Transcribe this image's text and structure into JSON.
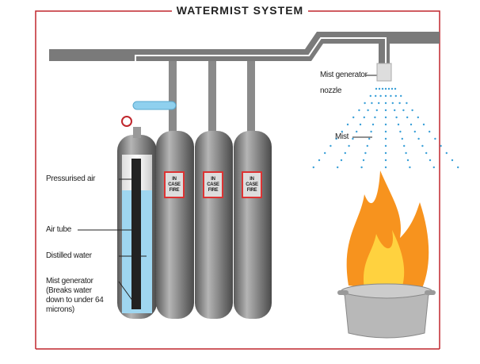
{
  "title": "WATERMIST SYSTEM",
  "labels": {
    "pressurised_air": "Pressurised air",
    "air_tube": "Air tube",
    "distilled_water": "Distilled water",
    "mist_generator": "Mist generator",
    "mist_generator_note": "(Breaks water down to under 64 microns)",
    "nozzle_line1": "Mist generator",
    "nozzle_line2": "nozzle",
    "mist": "Mist"
  },
  "cylinder_sign": [
    "IN CASE",
    "FIRE"
  ],
  "colors": {
    "frame": "#c0272d",
    "pipe": "#7a7a7a",
    "water": "#9fd6f0",
    "flame": "#f7931e"
  }
}
